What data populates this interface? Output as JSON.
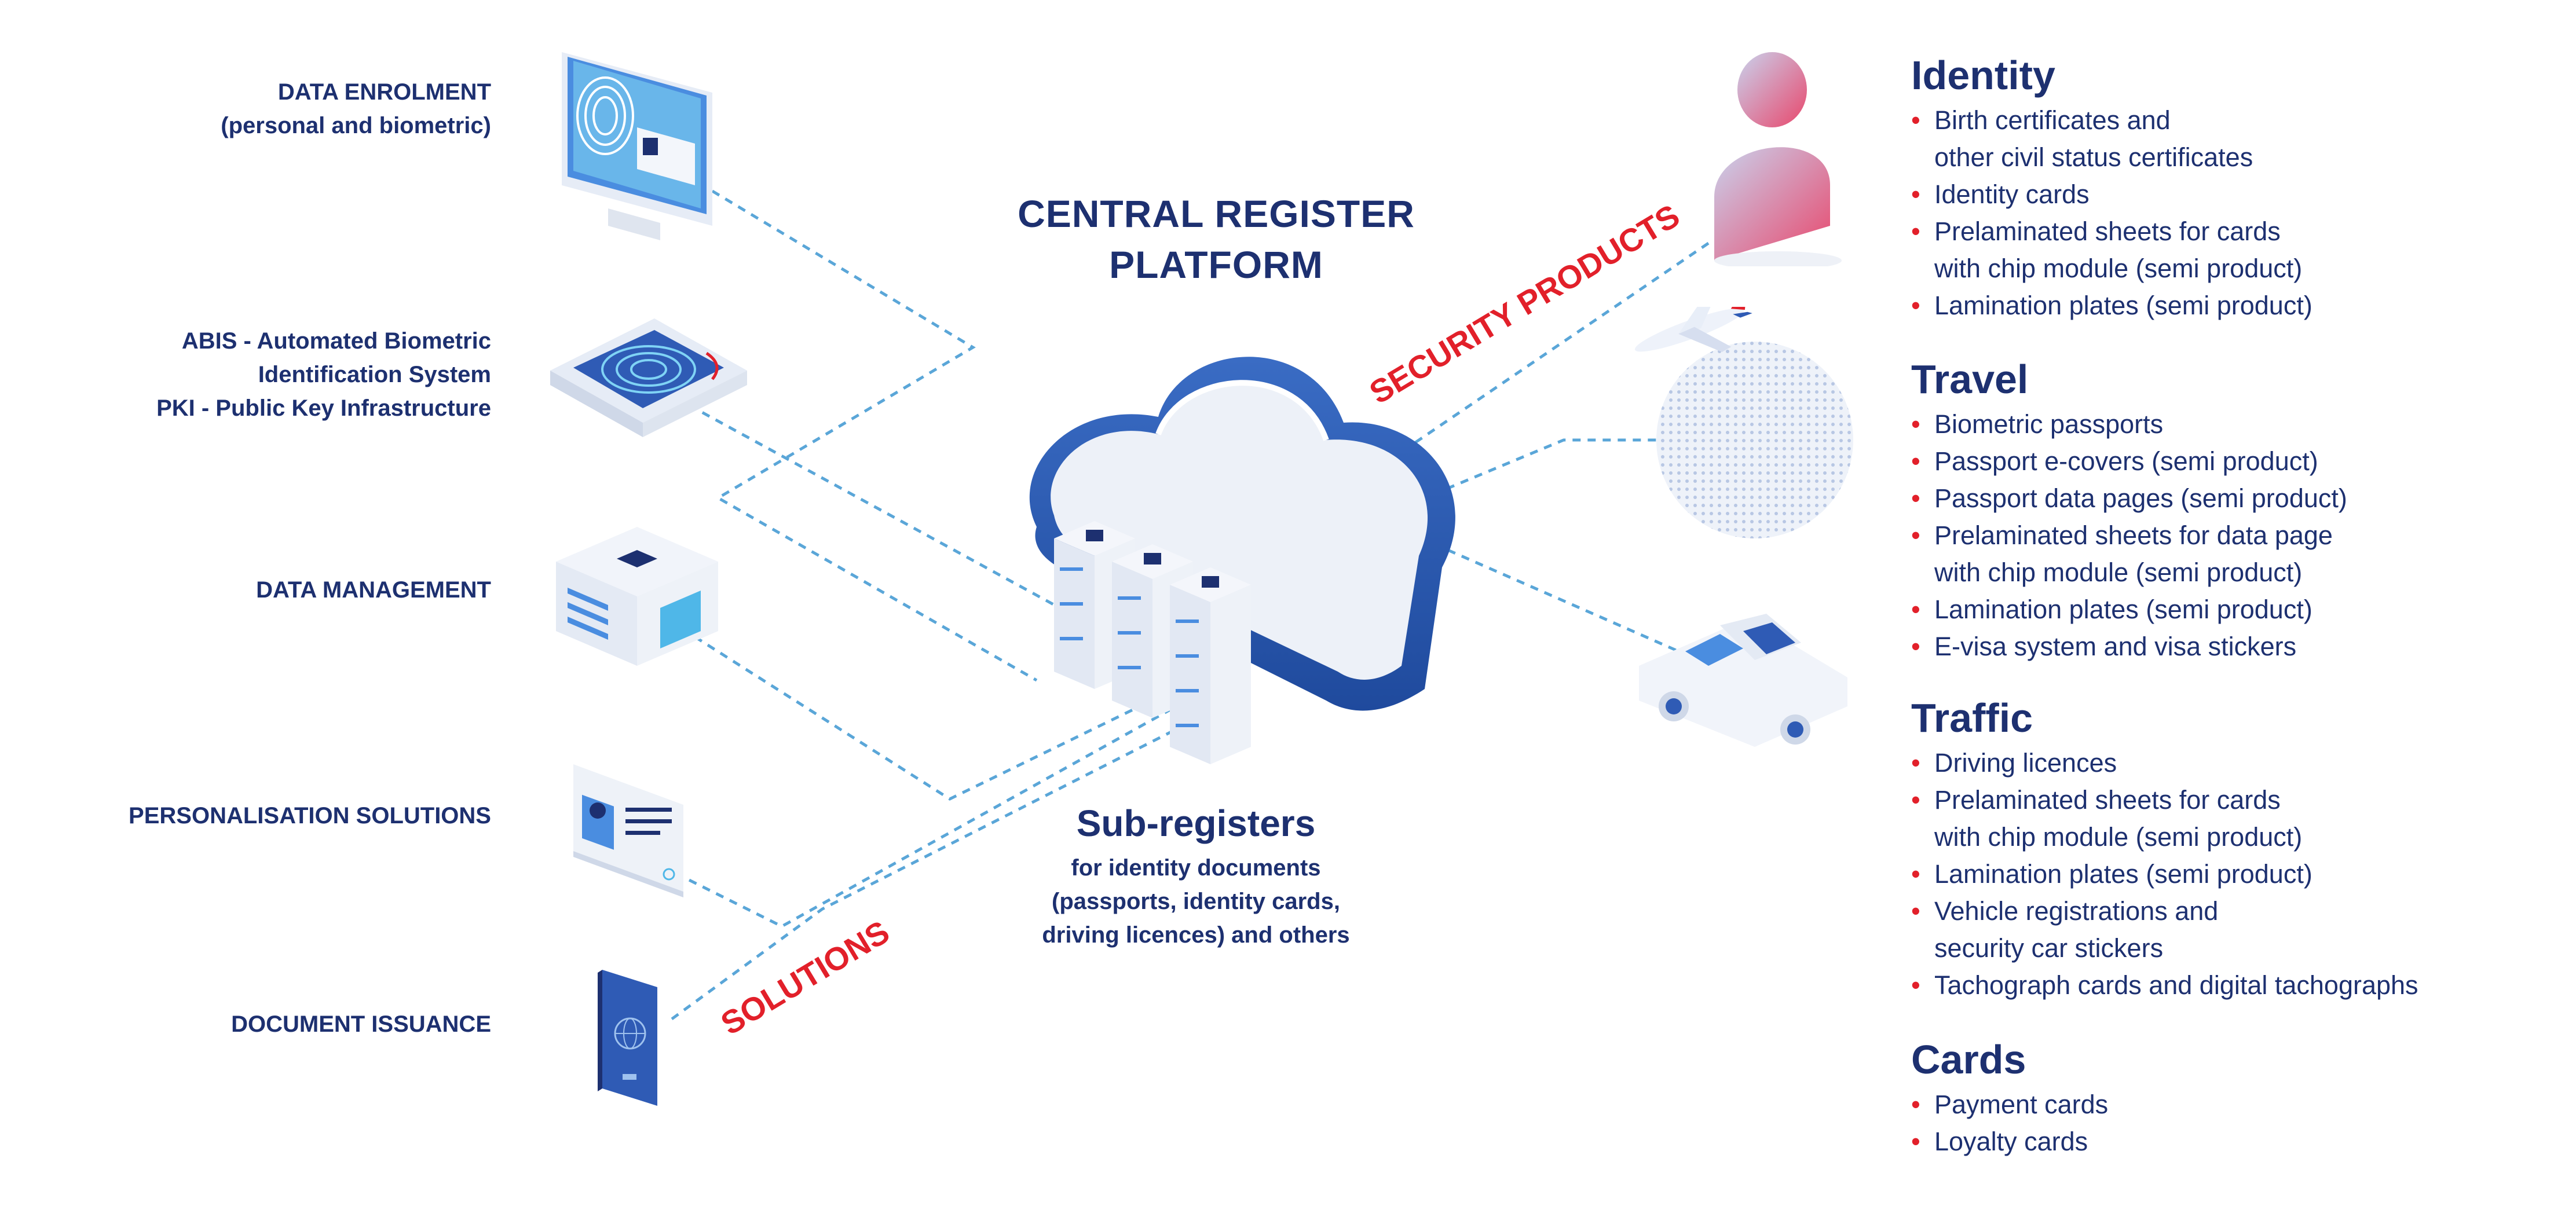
{
  "solutions": [
    {
      "lines": [
        "DATA ENROLMENT",
        "(personal and biometric)"
      ],
      "icon": "monitor-fingerprint-icon"
    },
    {
      "lines": [
        "ABIS - Automated Biometric",
        "Identification System",
        "PKI - Public Key Infrastructure"
      ],
      "icon": "fingerprint-scanner-icon"
    },
    {
      "lines": [
        "DATA MANAGEMENT"
      ],
      "icon": "data-server-box-icon"
    },
    {
      "lines": [
        "PERSONALISATION SOLUTIONS"
      ],
      "icon": "id-card-icon"
    },
    {
      "lines": [
        "DOCUMENT ISSUANCE"
      ],
      "icon": "passport-icon"
    }
  ],
  "central": {
    "title_lines": [
      "CENTRAL REGISTER",
      "PLATFORM"
    ],
    "sub_title": "Sub-registers",
    "sub_desc_lines": [
      "for identity documents",
      "(passports, identity cards,",
      "driving licences) and others"
    ]
  },
  "slanted_labels": {
    "solutions": "SOLUTIONS",
    "security_products": "SECURITY PRODUCTS"
  },
  "categories": [
    {
      "title": "Identity",
      "icon": "person-icon",
      "items": [
        [
          "Birth certificates and",
          "other civil status certificates"
        ],
        [
          "Identity cards"
        ],
        [
          "Prelaminated sheets for cards",
          "with chip module (semi product)"
        ],
        [
          "Lamination plates (semi product)"
        ]
      ]
    },
    {
      "title": "Travel",
      "icon": "globe-airplane-icon",
      "items": [
        [
          "Biometric passports"
        ],
        [
          "Passport e-covers (semi product)"
        ],
        [
          "Passport data pages (semi product)"
        ],
        [
          "Prelaminated sheets for data page",
          "with chip module (semi product)"
        ],
        [
          "Lamination plates (semi product)"
        ],
        [
          "E-visa system and visa stickers"
        ]
      ]
    },
    {
      "title": "Traffic",
      "icon": "car-icon",
      "items": [
        [
          "Driving licences"
        ],
        [
          "Prelaminated sheets for cards",
          "with chip module (semi product)"
        ],
        [
          "Lamination plates (semi product)"
        ],
        [
          "Vehicle registrations and",
          "security car stickers"
        ],
        [
          "Tachograph cards and digital tachographs"
        ]
      ]
    },
    {
      "title": "Cards",
      "icon": "",
      "items": [
        [
          "Payment cards"
        ],
        [
          "Loyalty cards"
        ]
      ]
    }
  ],
  "colors": {
    "navy": "#1d3070",
    "accent_red": "#e2202a",
    "blue": "#2f5bb5",
    "connector": "#5aa6d8"
  }
}
